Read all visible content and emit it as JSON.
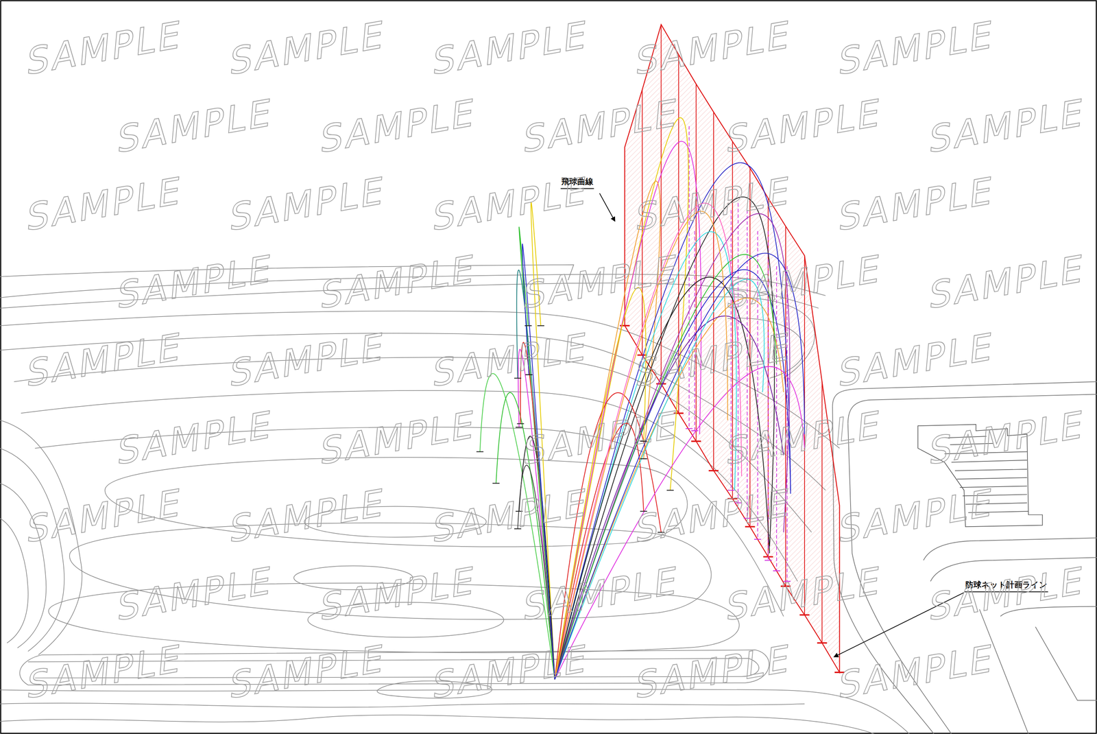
{
  "diagram": {
    "labels": [
      "飛球曲線",
      "防球ネット計画ライン",
      "SAMPLE",
      "SAMPLE",
      "SAMPLE",
      "SAMPLE",
      "SAMPLE",
      "SAMPLE",
      "SAMPLE",
      "SAMPLE",
      "SAMPLE",
      "SAMPLE",
      "SAMPLE",
      "SAMPLE",
      "SAMPLE",
      "SAMPLE",
      "SAMPLE",
      "SAMPLE",
      "SAMPLE",
      "SAMPLE",
      "SAMPLE",
      "SAMPLE",
      "SAMPLE",
      "SAMPLE",
      "SAMPLE",
      "SAMPLE",
      "SAMPLE",
      "SAMPLE",
      "SAMPLE",
      "SAMPLE",
      "SAMPLE",
      "SAMPLE",
      "SAMPLE",
      "SAMPLE",
      "SAMPLE",
      "SAMPLE",
      "SAMPLE",
      "SAMPLE",
      "SAMPLE",
      "SAMPLE",
      "SAMPLE",
      "SAMPLE",
      "SAMPLE",
      "SAMPLE",
      "SAMPLE",
      "SAMPLE",
      "SAMPLE"
    ]
  }
}
